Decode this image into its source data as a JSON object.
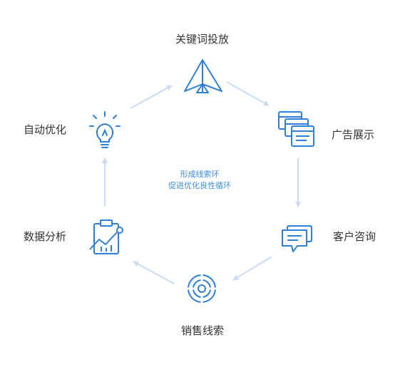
{
  "nodes": {
    "keyword": {
      "label": "关键词投放",
      "icon": "paper-plane-icon"
    },
    "ads": {
      "label": "广告展示",
      "icon": "browser-windows-icon"
    },
    "consult": {
      "label": "客户咨询",
      "icon": "chat-bubbles-icon"
    },
    "leads": {
      "label": "销售线索",
      "icon": "target-icon"
    },
    "analysis": {
      "label": "数据分析",
      "icon": "clipboard-chart-icon"
    },
    "optimize": {
      "label": "自动优化",
      "icon": "lightbulb-icon"
    }
  },
  "center": {
    "line1": "形成线索环",
    "line2": "促进优化良性循环"
  },
  "colors": {
    "icon": "#2f7fd8",
    "arrow": "#c9dcf3",
    "center_text": "#3d8ee8",
    "label_text": "#333333"
  }
}
